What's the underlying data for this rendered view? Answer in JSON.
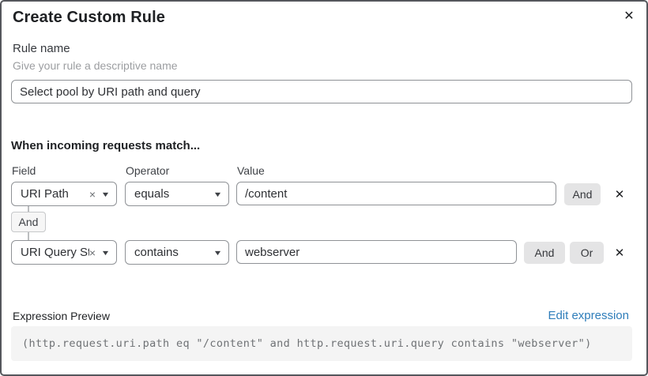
{
  "modal": {
    "title": "Create Custom Rule",
    "close_glyph": "✕"
  },
  "rule_name": {
    "label": "Rule name",
    "helper": "Give your rule a descriptive name",
    "value": "Select pool by URI path and query"
  },
  "matcher": {
    "heading": "When incoming requests match...",
    "columns": {
      "field": "Field",
      "operator": "Operator",
      "value": "Value"
    },
    "rows": [
      {
        "field": "URI Path",
        "operator": "equals",
        "value": "/content",
        "and_label": "And",
        "remove_glyph": "✕"
      },
      {
        "field": "URI Query St...",
        "operator": "contains",
        "value": "webserver",
        "and_label": "And",
        "or_label": "Or",
        "remove_glyph": "✕"
      }
    ],
    "connector_label": "And",
    "clear_glyph": "×",
    "caret_glyph": "▼"
  },
  "expression": {
    "label": "Expression Preview",
    "edit_link": "Edit expression",
    "code": "(http.request.uri.path eq \"/content\" and http.request.uri.query contains \"webserver\")"
  },
  "colors": {
    "link_blue": "#2e7dba",
    "chip_gray": "#e4e4e5",
    "code_bg": "#f4f4f4",
    "border_gray": "#8f9296"
  }
}
